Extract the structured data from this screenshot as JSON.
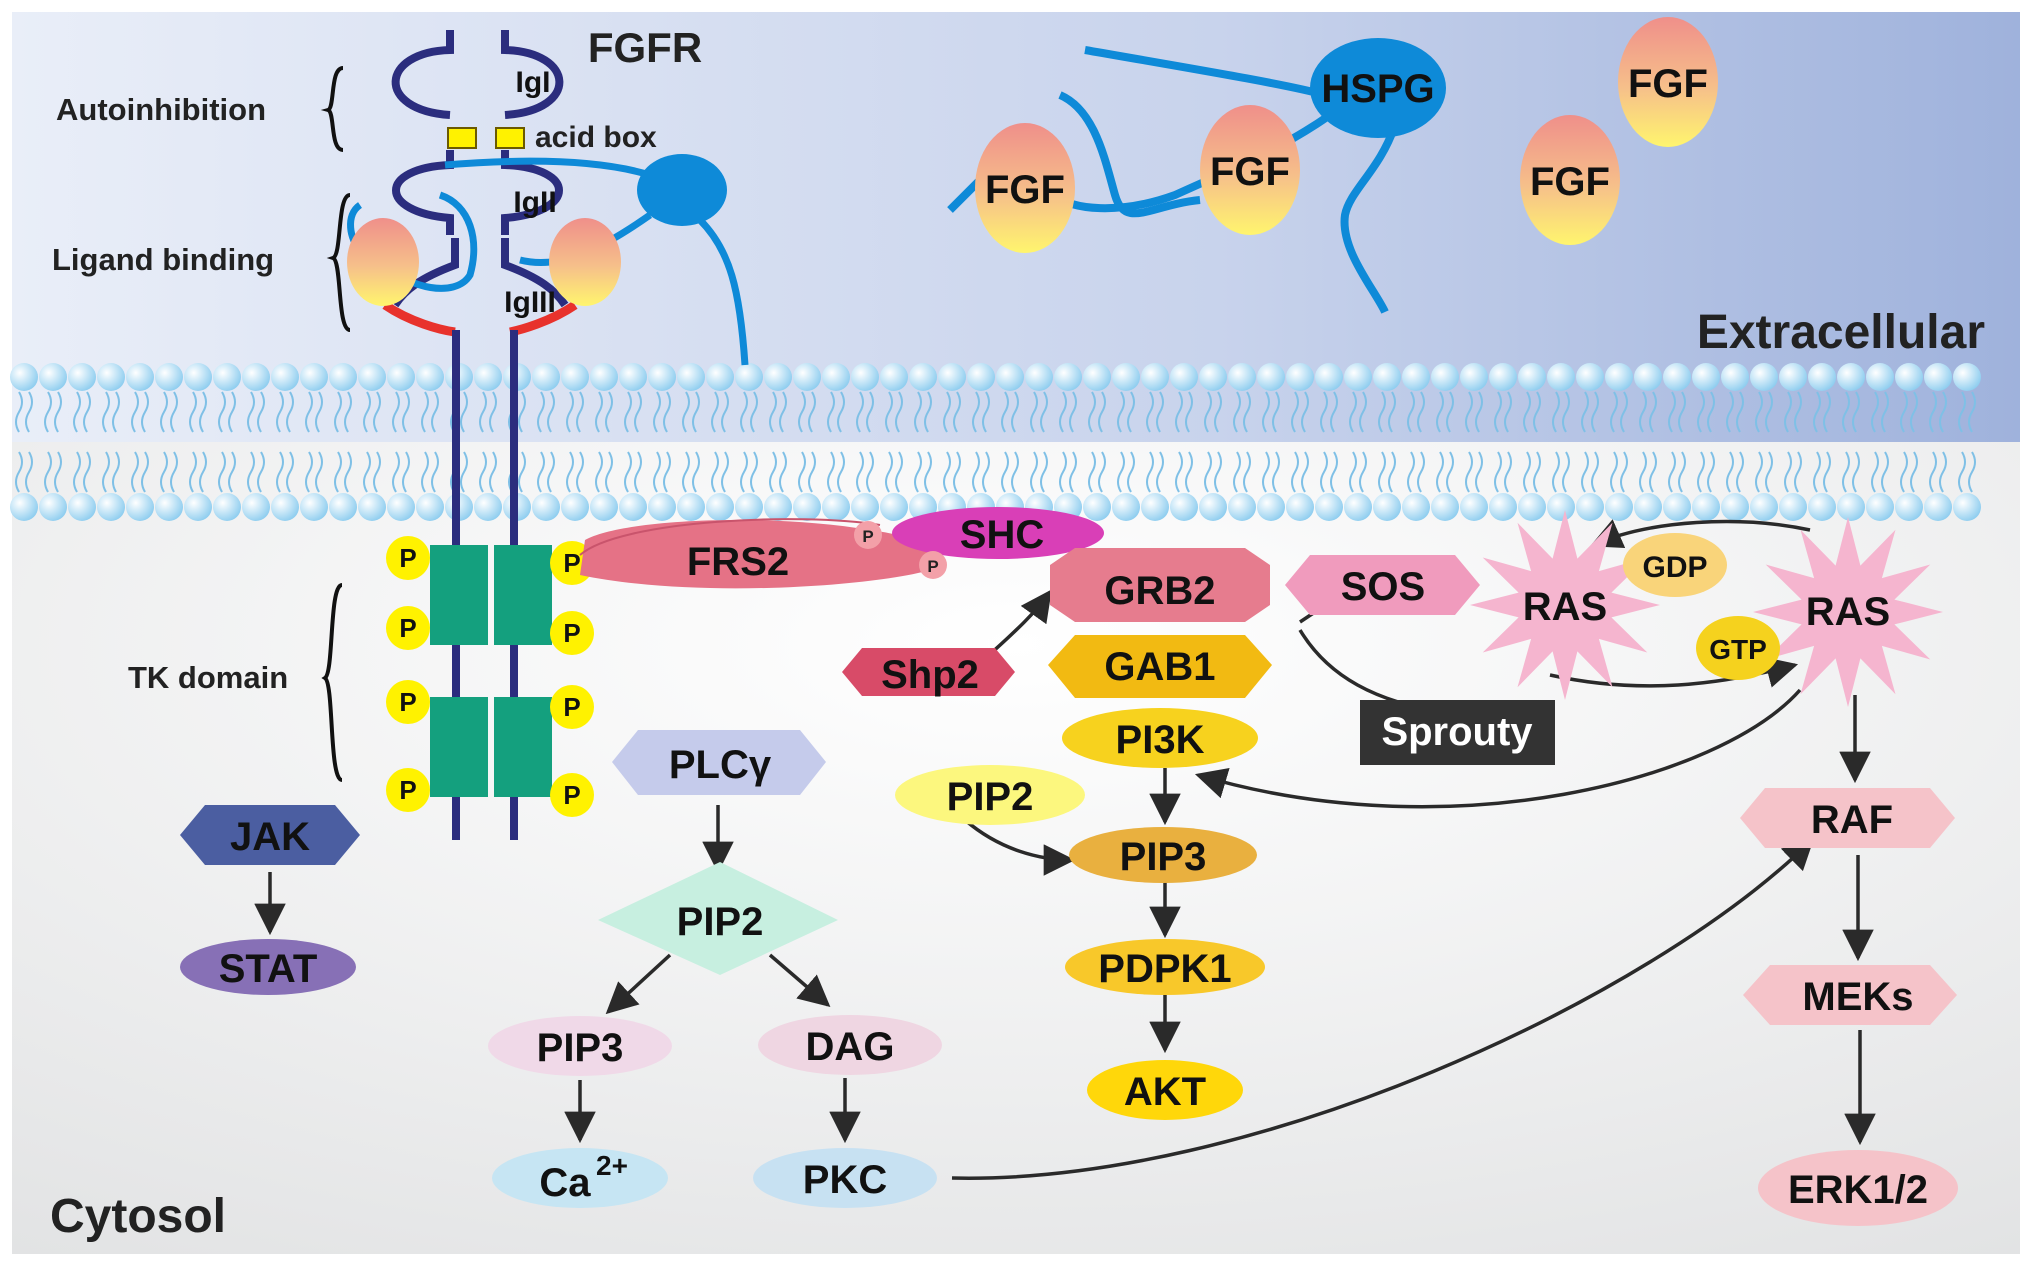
{
  "colors": {
    "receptor": "#2b2d7e",
    "hspg_blue": "#0e8ad8",
    "tk_green": "#14a07e",
    "phospho_yellow": "#fff200",
    "fgf_top": "#ef8f8a",
    "fgf_bottom": "#fff56e",
    "frs2": "#e57286",
    "shc": "#d93fb7",
    "grb2": "#e67c8e",
    "shp2": "#d84b68",
    "gab1": "#f2ba12",
    "pi3k": "#f7d21e",
    "pip3_mid": "#e9b03f",
    "pdpk1": "#f8c82a",
    "akt": "#ffd70a",
    "pip2_yellow": "#fcf77e",
    "sos": "#f09bbd",
    "ras": "#f5b5cf",
    "gdp": "#f9d47a",
    "gtp": "#f5d21e",
    "sprouty_bg": "#333333",
    "raf": "#f5c3c9",
    "plc": "#c5cbeb",
    "pip2_green": "#c7efe0",
    "pip3_pink": "#f0d9e8",
    "dag": "#efd6e2",
    "ca": "#c6e5f3",
    "pkc": "#c7e1f2",
    "jak": "#4b5ea1",
    "stat": "#8770b6",
    "membrane": "#9ed4ef"
  },
  "labels": {
    "fgfr": "FGFR",
    "autoinhibition": "Autoinhibition",
    "ligand_binding": "Ligand binding",
    "tk_domain": "TK domain",
    "igI": "IgI",
    "igII": "IgII",
    "igIII": "IgIII",
    "acid_box": "acid box",
    "extracellular": "Extracellular",
    "cytosol": "Cytosol",
    "hspg": "HSPG",
    "fgf": "FGF",
    "phospho": "P"
  },
  "nodes": {
    "frs2": "FRS2",
    "shc": "SHC",
    "grb2": "GRB2",
    "shp2": "Shp2",
    "gab1": "GAB1",
    "pi3k": "PI3K",
    "pip2_yellow": "PIP2",
    "pip3_yellow": "PIP3",
    "pdpk1": "PDPK1",
    "akt": "AKT",
    "sos": "SOS",
    "ras_gdp": "RAS",
    "gdp": "GDP",
    "ras_gtp": "RAS",
    "gtp": "GTP",
    "sprouty": "Sprouty",
    "raf": "RAF",
    "meks": "MEKs",
    "erk": "ERK1/2",
    "plcg": "PLCγ",
    "pip2_green": "PIP2",
    "pip3_pink": "PIP3",
    "dag": "DAG",
    "ca_base": "Ca",
    "ca_sup": "2+",
    "pkc": "PKC",
    "jak": "JAK",
    "stat": "STAT"
  }
}
